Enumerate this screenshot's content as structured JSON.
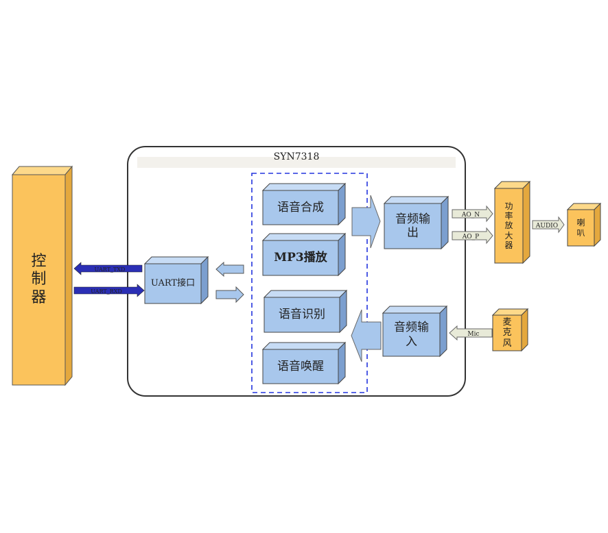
{
  "diagram": {
    "chip_title": "SYN7318",
    "controller": "控制器",
    "uart_interface": "UART接口",
    "uart_tx": "UART_TXD",
    "uart_rx": "UART_RXD",
    "modules": {
      "tts": "语音合成",
      "mp3": "MP3播放",
      "asr": "语音识别",
      "wakeup": "语音唤醒"
    },
    "audio_out": "音频输出",
    "audio_in": "音频输入",
    "ao_n": "AO_N",
    "ao_p": "AO_P",
    "amplifier": "功率放大器",
    "audio": "AUDIO",
    "speaker": "喇叭",
    "mic_label": "Mic",
    "microphone": "麦克风",
    "colors": {
      "blue_box": "#a8c7ec",
      "orange_box": "#fbc35c",
      "dashed": "#2233dd",
      "uart_arrow": "#2b2fb5"
    }
  }
}
